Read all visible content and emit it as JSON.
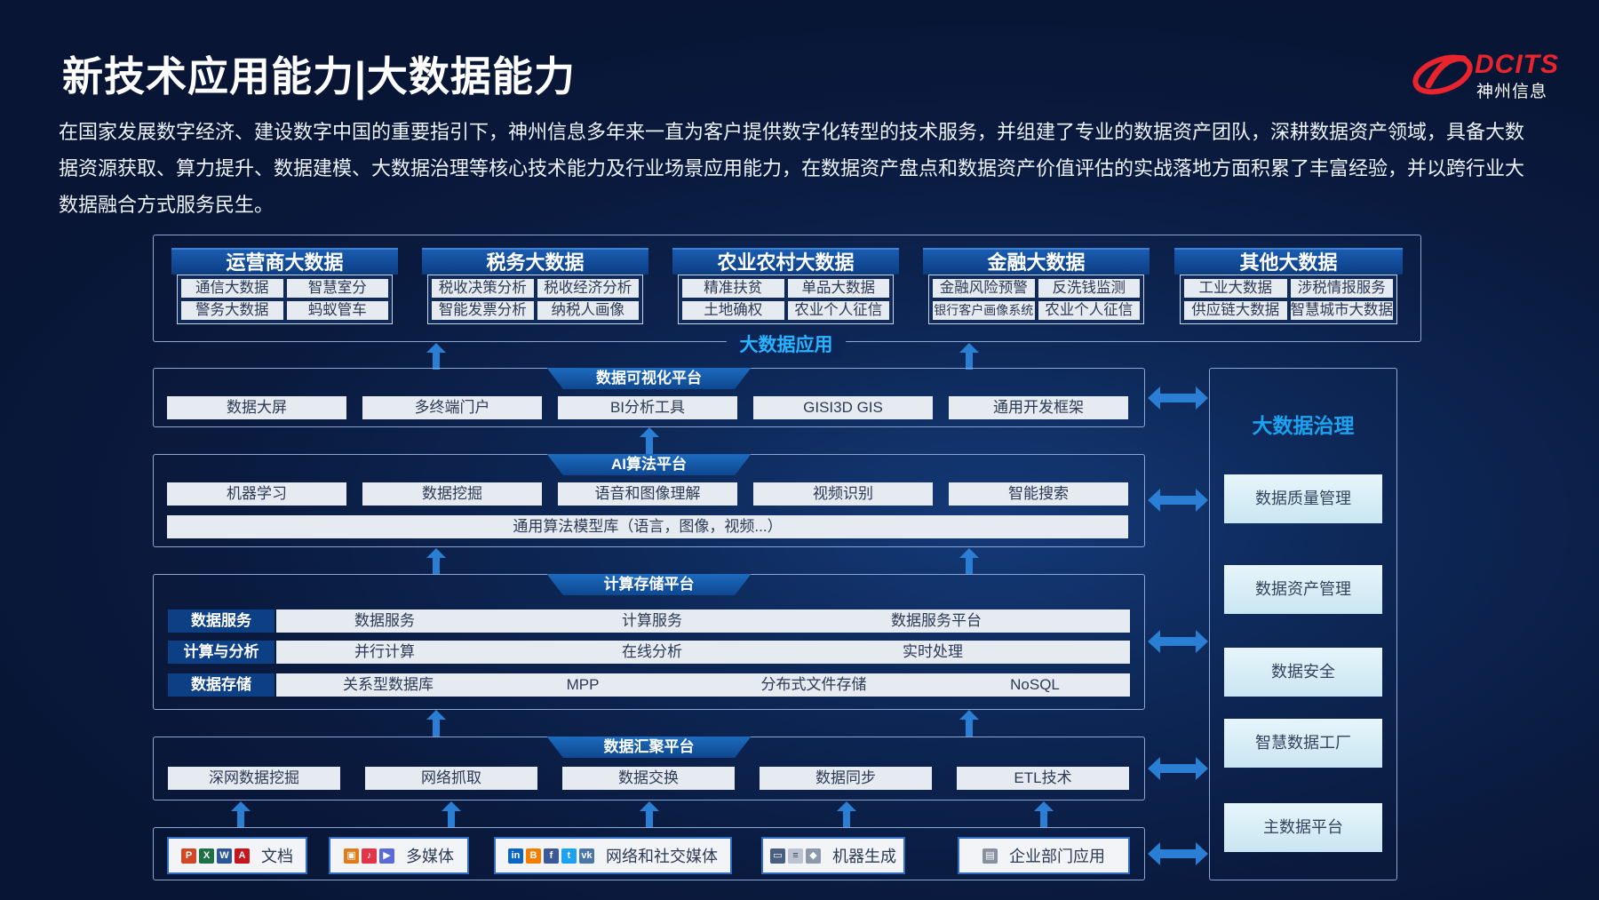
{
  "title": "新技术应用能力|大数据能力",
  "intro": "在国家发展数字经济、建设数字中国的重要指引下，神州信息多年来一直为客户提供数字化转型的技术服务，并组建了专业的数据资产团队，深耕数据资产领域，具备大数据资源获取、算力提升、数据建模、大数据治理等核心技术能力及行业场景应用能力，在数据资产盘点和数据资产价值评估的实战落地方面积累了丰富经验，并以跨行业大数据融合方式服务民生。",
  "logo": {
    "brand": "DCITS",
    "cn": "神州信息"
  },
  "applications": {
    "label": "大数据应用",
    "categories": [
      {
        "name": "运营商大数据",
        "items": [
          "通信大数据",
          "智慧室分",
          "警务大数据",
          "蚂蚁管车"
        ]
      },
      {
        "name": "税务大数据",
        "items": [
          "税收决策分析",
          "税收经济分析",
          "智能发票分析",
          "纳税人画像"
        ]
      },
      {
        "name": "农业农村大数据",
        "items": [
          "精准扶贫",
          "单品大数据",
          "土地确权",
          "农业个人征信"
        ]
      },
      {
        "name": "金融大数据",
        "items": [
          "金融风险预警",
          "反洗钱监测",
          "银行客户画像系统",
          "农业个人征信"
        ]
      },
      {
        "name": "其他大数据",
        "items": [
          "工业大数据",
          "涉税情报服务",
          "供应链大数据",
          "智慧城市大数据"
        ]
      }
    ]
  },
  "visualization": {
    "title": "数据可视化平台",
    "items": [
      "数据大屏",
      "多终端门户",
      "BI分析工具",
      "GISI3D GIS",
      "通用开发框架"
    ]
  },
  "ai": {
    "title": "AI算法平台",
    "items": [
      "机器学习",
      "数据挖掘",
      "语音和图像理解",
      "视频识别",
      "智能搜索"
    ],
    "library": "通用算法模型库（语言，图像，视频...）"
  },
  "compute": {
    "title": "计算存储平台",
    "rows": [
      {
        "label": "数据服务",
        "items": [
          "数据服务",
          "计算服务",
          "数据服务平台"
        ]
      },
      {
        "label": "计算与分析",
        "items": [
          "并行计算",
          "在线分析",
          "实时处理"
        ]
      },
      {
        "label": "数据存储",
        "items": [
          "关系型数据库",
          "MPP",
          "分布式文件存储",
          "NoSQL"
        ]
      }
    ]
  },
  "aggregation": {
    "title": "数据汇聚平台",
    "items": [
      "深网数据挖掘",
      "网络抓取",
      "数据交换",
      "数据同步",
      "ETL技术"
    ]
  },
  "sources": [
    {
      "label": "文档",
      "icons": [
        "ppt-icon",
        "excel-icon",
        "word-icon",
        "pdf-icon"
      ]
    },
    {
      "label": "多媒体",
      "icons": [
        "image-icon",
        "music-icon",
        "video-icon"
      ]
    },
    {
      "label": "网络和社交媒体",
      "icons": [
        "linkedin-icon",
        "blogger-icon",
        "facebook-icon",
        "twitter-icon",
        "vk-icon"
      ]
    },
    {
      "label": "机器生成",
      "icons": [
        "monitor-icon",
        "document-icon",
        "device-icon"
      ]
    },
    {
      "label": "企业部门应用",
      "icons": [
        "server-icon"
      ]
    }
  ],
  "governance": {
    "title": "大数据治理",
    "items": [
      "数据质量管理",
      "数据资产管理",
      "数据安全",
      "智慧数据工厂",
      "主数据平台"
    ]
  },
  "colors": {
    "accent": "#1c6bbf",
    "label_fill": "#0d3f84",
    "governance_title": "#1aa3f0",
    "logo_red": "#e8242c"
  }
}
